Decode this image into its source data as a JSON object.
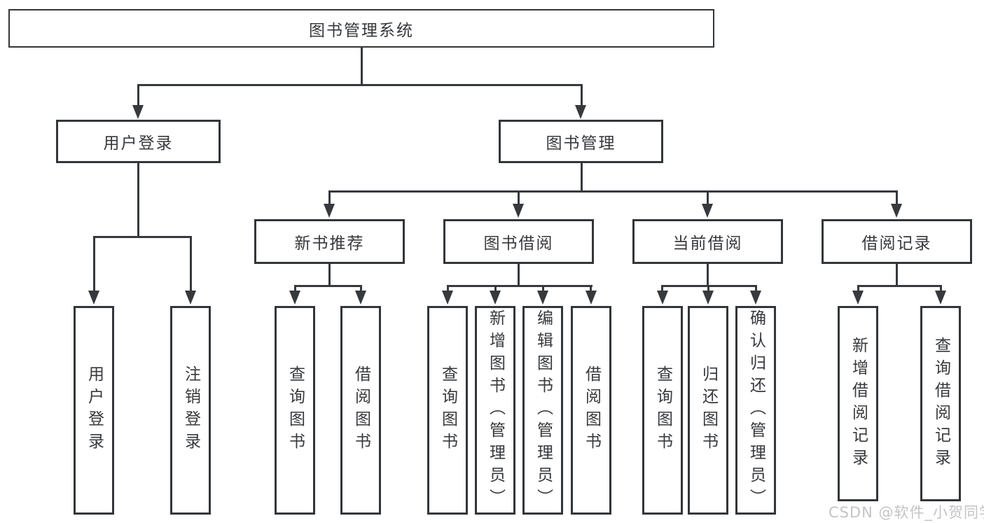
{
  "tree": {
    "root": "图书管理系统",
    "branches": [
      {
        "label": "用户登录",
        "children": [
          "用户登录",
          "注销登录"
        ]
      },
      {
        "label": "图书管理",
        "groups": [
          {
            "label": "新书推荐",
            "children": [
              "查询图书",
              "借阅图书"
            ]
          },
          {
            "label": "图书借阅",
            "children": [
              "查询图书",
              "新增图书（管理员）",
              "编辑图书（管理员）",
              "借阅图书"
            ]
          },
          {
            "label": "当前借阅",
            "children": [
              "查询图书",
              "归还图书",
              "确认归还（管理员）"
            ]
          },
          {
            "label": "借阅记录",
            "children": [
              "新增借阅记录",
              "查询借阅记录"
            ]
          }
        ]
      }
    ]
  },
  "watermark": "CSDN @软件_小贺同学",
  "colors": {
    "line": "#36393d",
    "box_border": "#333639",
    "background": "#ffffff",
    "watermark": "#c6c3c6"
  }
}
